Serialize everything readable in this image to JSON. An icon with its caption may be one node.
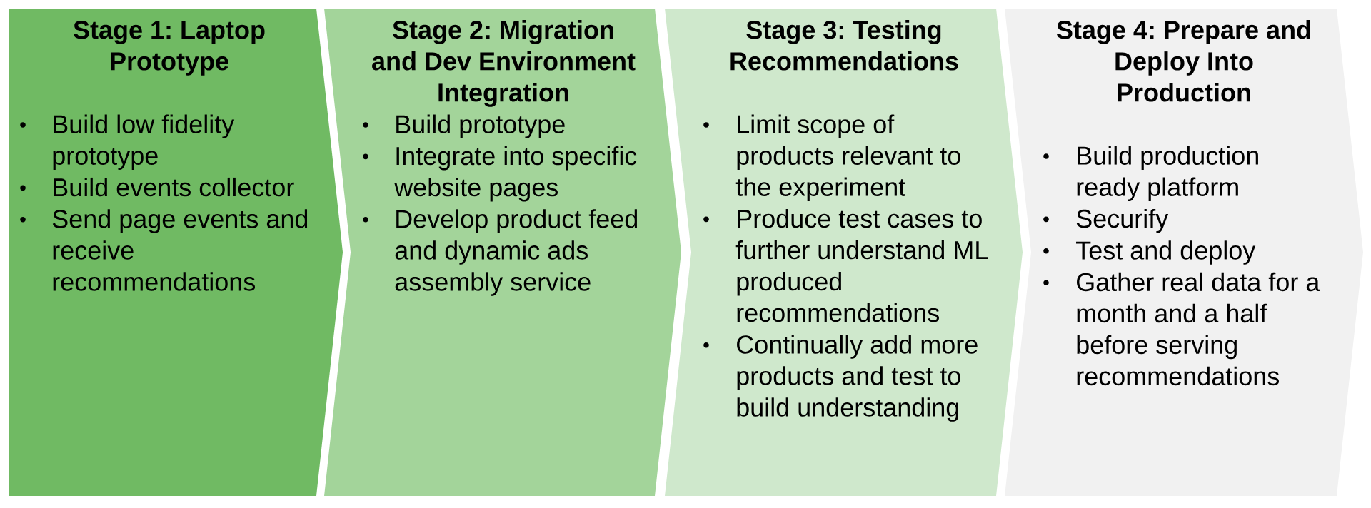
{
  "diagram": {
    "nodes": [
      {
        "text": [
          "Stage 1: Laptop Prototype",
          "Build low fidelity prototype",
          "Build events collector",
          "Send page events and receive recommendations"
        ]
      },
      {
        "text": [
          "Stage 2: Migration and Dev Environment Integration",
          "Build prototype",
          "Integrate into specific website pages",
          "Develop product feed and dynamic ads assembly service"
        ]
      },
      {
        "text": [
          "Stage 3: Testing Recommendations",
          "Limit scope of products relevant to the experiment",
          "Produce test cases to further understand ML produced recommendations",
          "Continually add more products and test to build understanding"
        ]
      },
      {
        "text": [
          "Stage 4: Prepare and Deploy Into Production",
          "Build production ready platform",
          "Securify",
          "Test and deploy",
          "Gather real data for a month and a half before serving recommendations"
        ]
      }
    ]
  }
}
